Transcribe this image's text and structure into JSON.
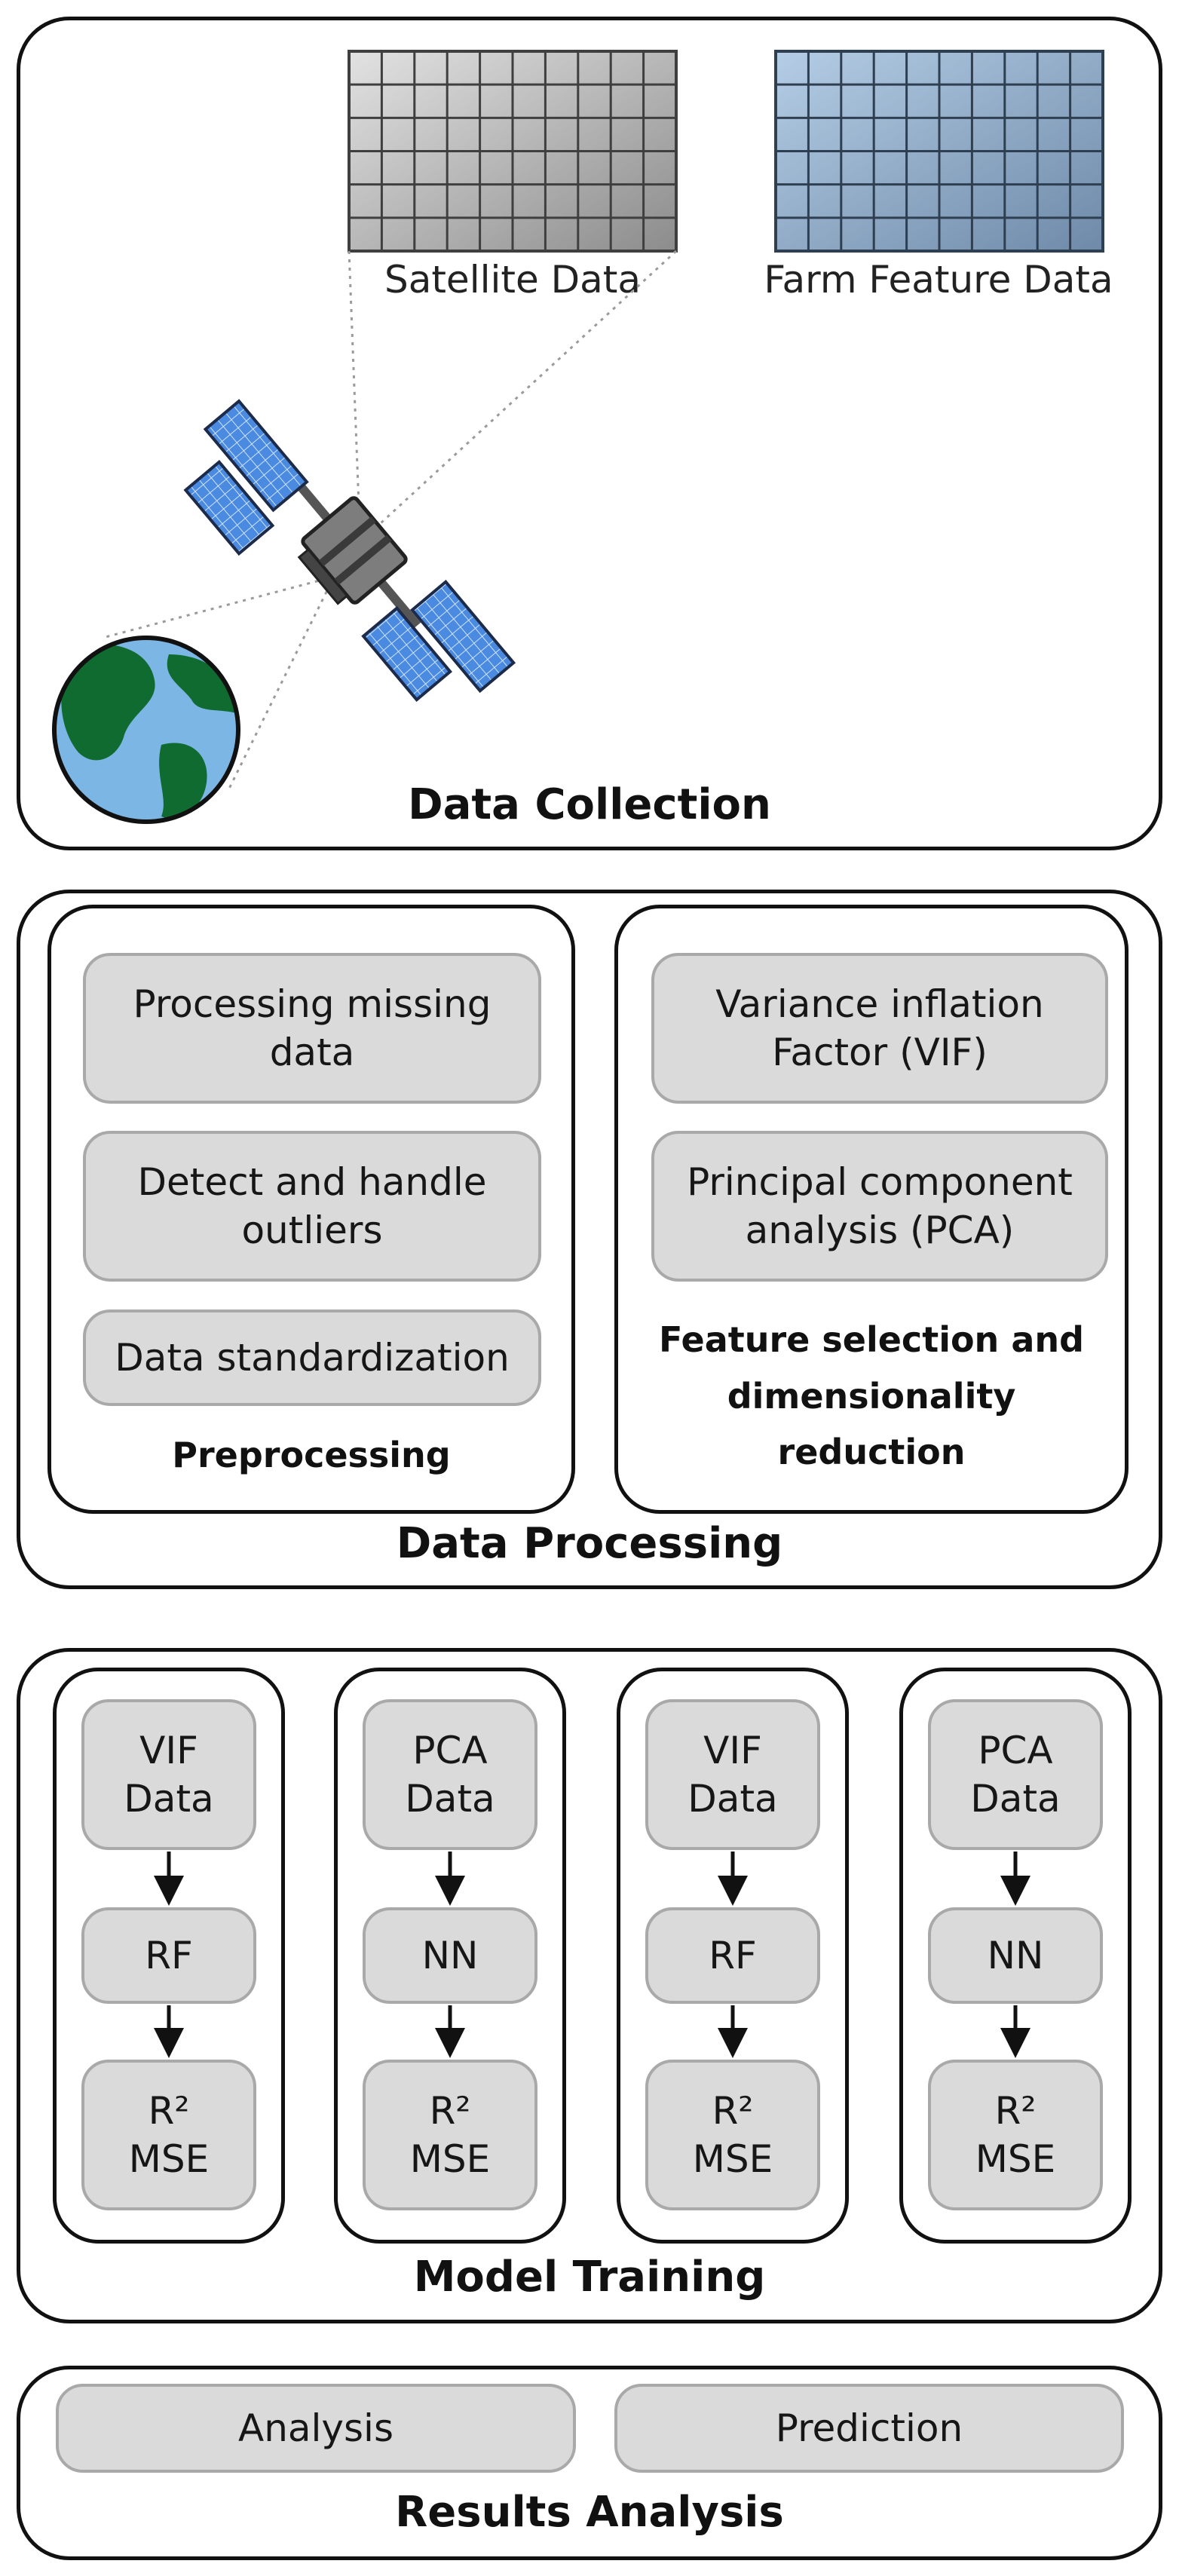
{
  "data_collection": {
    "title": "Data Collection",
    "satellite_caption": "Satellite Data",
    "farm_caption": "Farm Feature Data",
    "colors": {
      "satellite_grid": "#a2a2a2",
      "farm_grid": "#86a0bd",
      "earth_ocean": "#7cb6e4",
      "earth_land": "#0f6b30",
      "solar_panel": "#4a8ae0"
    },
    "icons": [
      "satellite-icon",
      "earth-icon",
      "grid-icon"
    ]
  },
  "data_processing": {
    "title": "Data Processing",
    "preprocessing": {
      "title": "Preprocessing",
      "steps": [
        "Processing missing\ndata",
        "Detect and handle\noutliers",
        "Data standardization"
      ]
    },
    "feature_selection": {
      "title": "Feature selection and\ndimensionality\nreduction",
      "steps": [
        "Variance inflation\nFactor (VIF)",
        "Principal component\nanalysis (PCA)"
      ]
    }
  },
  "model_training": {
    "title": "Model Training",
    "pipelines": [
      {
        "data": "VIF\nData",
        "model": "RF",
        "metrics": "R²\nMSE"
      },
      {
        "data": "PCA\nData",
        "model": "NN",
        "metrics": "R²\nMSE"
      },
      {
        "data": "VIF\nData",
        "model": "RF",
        "metrics": "R²\nMSE"
      },
      {
        "data": "PCA\nData",
        "model": "NN",
        "metrics": "R²\nMSE"
      }
    ]
  },
  "results_analysis": {
    "title": "Results Analysis",
    "items": [
      "Analysis",
      "Prediction"
    ]
  }
}
